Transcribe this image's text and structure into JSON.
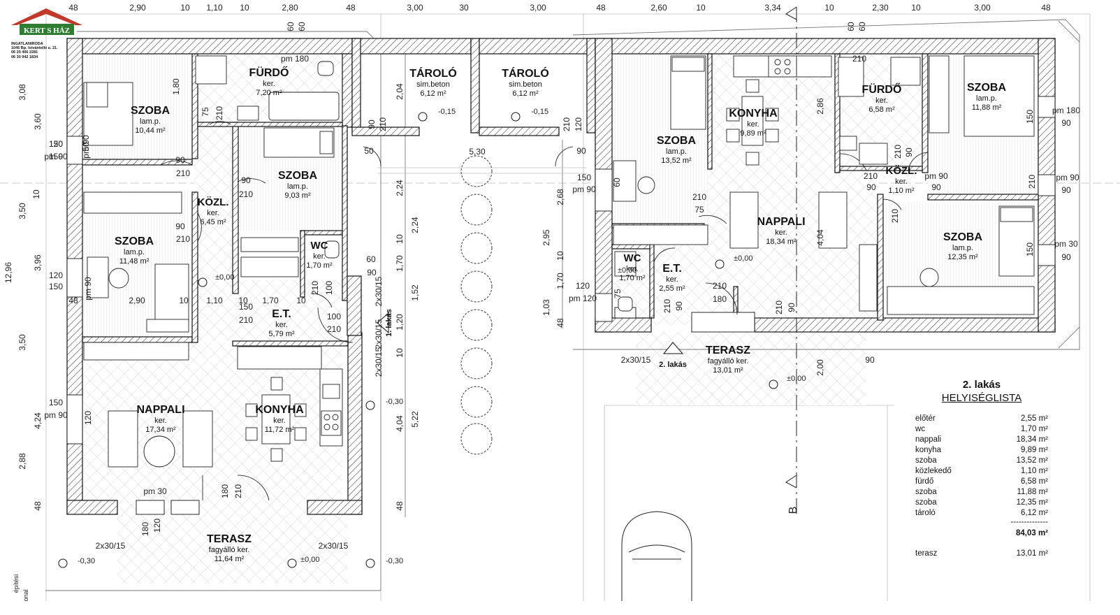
{
  "logo": {
    "brand": "KERT S HÁZ",
    "brand_sub": "INGATLANIRODA",
    "address": "1045 Bp. Istvántelki u. 21.",
    "phone1": "06 20 466 2281",
    "phone2": "06 30 942 1834"
  },
  "rooms": [
    {
      "name": "SZOBA",
      "floor": "lam.p.",
      "area": "10,44 m²"
    },
    {
      "name": "FÜRDŐ",
      "floor": "ker.",
      "area": "7,20 m²"
    },
    {
      "name": "TÁROLÓ",
      "floor": "sim.beton",
      "area": "6,12 m²"
    },
    {
      "name": "TÁROLÓ",
      "floor": "sim.beton",
      "area": "6,12 m²"
    },
    {
      "name": "SZOBA",
      "floor": "lam.p.",
      "area": "9,03 m²"
    },
    {
      "name": "KÖZL.",
      "floor": "ker.",
      "area": "6,45 m²"
    },
    {
      "name": "SZOBA",
      "floor": "lam.p.",
      "area": "11,48 m²"
    },
    {
      "name": "WC",
      "floor": "ker.",
      "area": "1,70 m²"
    },
    {
      "name": "E.T.",
      "floor": "ker.",
      "area": "5,79 m²"
    },
    {
      "name": "NAPPALI",
      "floor": "ker.",
      "area": "17,34 m²"
    },
    {
      "name": "KONYHA",
      "floor": "ker.",
      "area": "11,72 m²"
    },
    {
      "name": "TERASZ",
      "floor": "fagyálló ker.",
      "area": "11,64 m²"
    },
    {
      "name": "SZOBA",
      "floor": "lam.p.",
      "area": "13,52 m²"
    },
    {
      "name": "KONYHA",
      "floor": "ker.",
      "area": "9,89 m²"
    },
    {
      "name": "FÜRDŐ",
      "floor": "ker.",
      "area": "6,58 m²"
    },
    {
      "name": "SZOBA",
      "floor": "lam.p.",
      "area": "11,88 m²"
    },
    {
      "name": "KÖZL.",
      "floor": "ker.",
      "area": "1,10 m²"
    },
    {
      "name": "NAPPALI",
      "floor": "ker.",
      "area": "18,34 m²"
    },
    {
      "name": "SZOBA",
      "floor": "lam.p.",
      "area": "12,35 m²"
    },
    {
      "name": "WC",
      "floor": "ker.",
      "area": "1,70 m²"
    },
    {
      "name": "E.T.",
      "floor": "ker.",
      "area": "2,55 m²"
    },
    {
      "name": "TERASZ",
      "floor": "fagyálló ker.",
      "area": "13,01 m²"
    }
  ],
  "unit_labels": [
    "1. lakás",
    "2. lakás"
  ],
  "top_dims": [
    "48",
    "2,90",
    "10",
    "1,10",
    "10",
    "2,80",
    "48",
    "3,00",
    "30",
    "3,00",
    "48",
    "2,60",
    "10",
    "3,34",
    "10",
    "2,30",
    "10",
    "3,00",
    "48"
  ],
  "top_dims2": [
    "60",
    "60",
    "60",
    "60",
    "5,30"
  ],
  "left_dims": [
    "3,08",
    "3,60",
    "1,80",
    "10",
    "3,50",
    "3,96",
    "12,96",
    "3,50",
    "4,24",
    "2,88",
    "48"
  ],
  "mid_dims": [
    "2,04",
    "2,24",
    "2,24",
    "10",
    "1,70",
    "1,52",
    "1,20",
    "10",
    "4,04",
    "5,22",
    "48",
    "2,86",
    "2,68",
    "2,95",
    "10",
    "1,70",
    "1,03",
    "48",
    "4,04",
    "2,00"
  ],
  "bottom_dims": [
    "2,90",
    "10",
    "1,10",
    "10",
    "1,70",
    "10",
    "48"
  ],
  "openings": [
    "120",
    "150",
    "90",
    "210",
    "75",
    "210",
    "90",
    "210",
    "90",
    "210",
    "120",
    "150",
    "pm 90",
    "pm 90",
    "pm 180",
    "60",
    "90",
    "100",
    "210",
    "150",
    "210",
    "pm 30",
    "180",
    "210",
    "2x30/15",
    "2x30/15",
    "2x30/15",
    "2x30/15",
    "2x30/15",
    "2x30/15",
    "90",
    "180",
    "120",
    "150",
    "pm 90",
    "120",
    "150",
    "pm 90",
    "50",
    "50",
    "90",
    "210",
    "90",
    "210",
    "120",
    "150",
    "pm 90",
    "60",
    "120",
    "pm 120",
    "75",
    "210",
    "100",
    "210",
    "90",
    "210",
    "180",
    "210",
    "90",
    "210",
    "75",
    "210",
    "90",
    "210",
    "90",
    "210",
    "pm 180",
    "90",
    "150",
    "pm 90",
    "90",
    "210",
    "pm 30",
    "90",
    "150",
    "pm 90",
    "90",
    "210",
    "pm 90"
  ],
  "levels": [
    "±0,00",
    "±0,00",
    "-0,30",
    "-0,30",
    "-0,30",
    "±0,00",
    "-0,15",
    "-0,15",
    "±0,00",
    "±0,00"
  ],
  "section": "B",
  "room_list": {
    "title": "2. lakás",
    "subtitle": "HELYISÉGLISTA",
    "items": [
      {
        "name": "előtér",
        "area": "2,55 m²"
      },
      {
        "name": "wc",
        "area": "1,70 m²"
      },
      {
        "name": "nappali",
        "area": "18,34 m²"
      },
      {
        "name": "konyha",
        "area": "9,89 m²"
      },
      {
        "name": "szoba",
        "area": "13,52 m²"
      },
      {
        "name": "közlekedő",
        "area": "1,10 m²"
      },
      {
        "name": "fürdő",
        "area": "6,58 m²"
      },
      {
        "name": "szoba",
        "area": "11,88 m²"
      },
      {
        "name": "szoba",
        "area": "12,35 m²"
      },
      {
        "name": "tároló",
        "area": "6,12 m²"
      }
    ],
    "separator": "--------------",
    "total": "84,03 m²",
    "terrace_name": "terasz",
    "terrace_area": "13,01 m²"
  },
  "edge_text": {
    "left_bottom1": "építési",
    "left_bottom2": "onal"
  }
}
